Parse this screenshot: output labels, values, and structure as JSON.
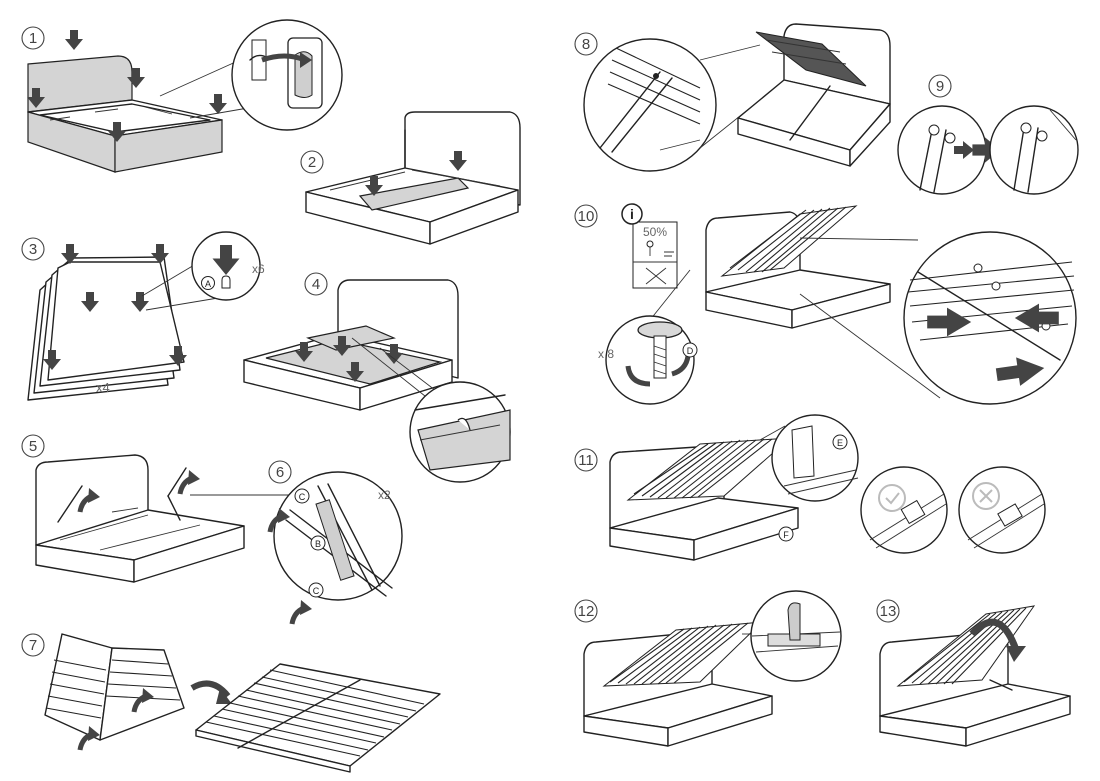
{
  "steps": [
    "1",
    "2",
    "3",
    "4",
    "5",
    "6",
    "7",
    "8",
    "9",
    "10",
    "11",
    "12",
    "13"
  ],
  "labels": {
    "qty_x6": "x6",
    "qty_x4": "x4",
    "qty_x2": "x2",
    "qty_x8": "x 8",
    "part_a": "A",
    "part_b": "B",
    "part_c": "C",
    "part_d": "D",
    "part_e": "E",
    "part_f": "F",
    "info": "i",
    "percent": "50%"
  },
  "colors": {
    "line": "#222222",
    "panel": "#d4d4d4",
    "arrow": "#444444",
    "background": "#ffffff"
  },
  "icons": [
    "arrow-down-icon",
    "curved-arrow-icon",
    "check-icon",
    "cross-icon",
    "info-icon",
    "bolt-icon"
  ]
}
